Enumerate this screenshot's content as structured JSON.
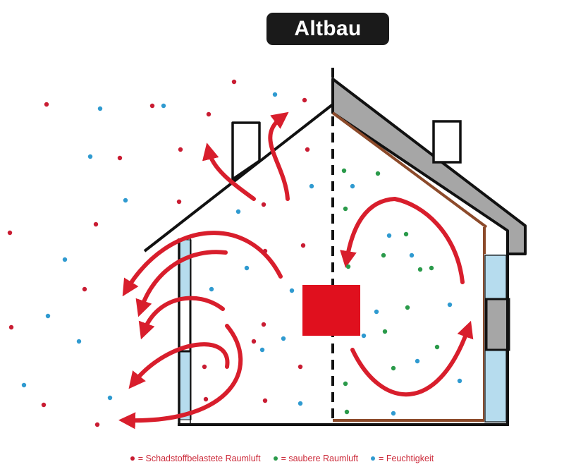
{
  "title": "Altbau",
  "legend": {
    "pollutant_label": "= Schadstoffbelastete Raumluft",
    "clean_label": "= saubere Raumluft",
    "moisture_label": "= Feuchtigkeit"
  },
  "colors": {
    "pollutant": "#c91c32",
    "clean": "#2a9a4a",
    "moisture": "#2f9ad0",
    "arrow": "#d81e2c",
    "wall": "#111111",
    "roof_insulation": "#a6a6a6",
    "timber": "#8c4a2a",
    "window_glass": "#b6dcee",
    "heater": "#e0101e"
  }
}
